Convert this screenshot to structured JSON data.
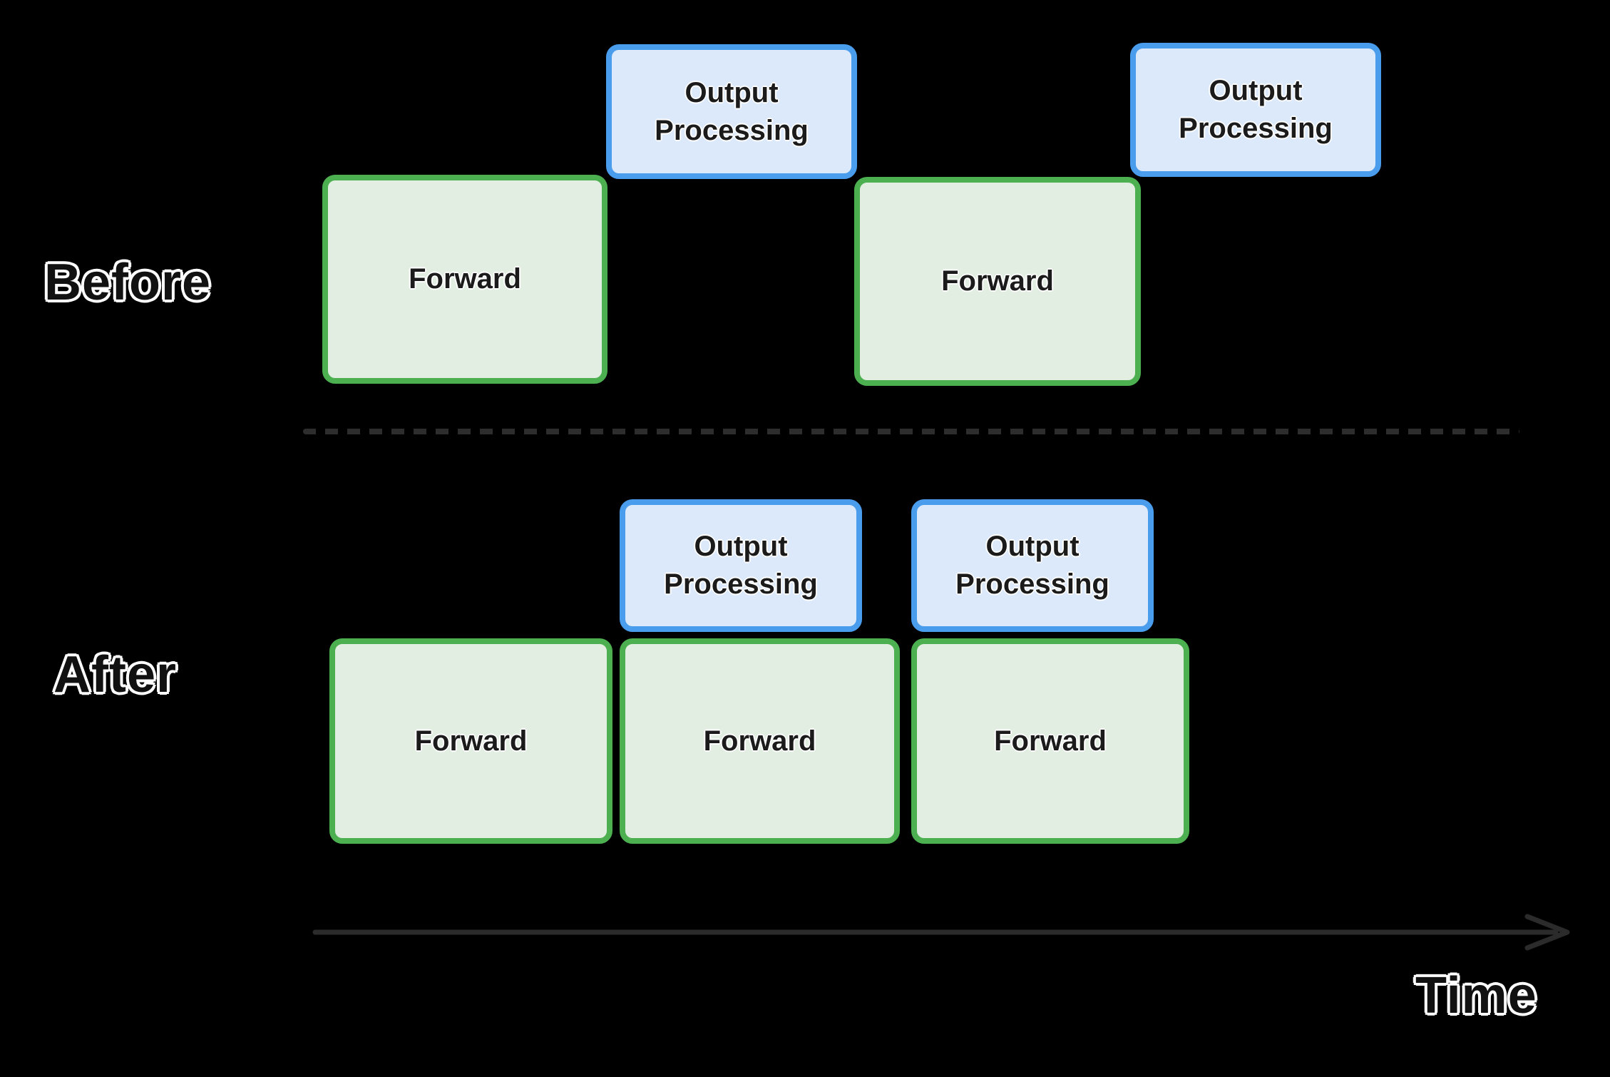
{
  "before": {
    "label": "Before",
    "forward_blocks": [
      {
        "label": "Forward"
      },
      {
        "label": "Forward"
      }
    ],
    "output_blocks": [
      {
        "label": "Output Processing"
      },
      {
        "label": "Output Processing"
      }
    ]
  },
  "after": {
    "label": "After",
    "forward_blocks": [
      {
        "label": "Forward"
      },
      {
        "label": "Forward"
      },
      {
        "label": "Forward"
      }
    ],
    "output_blocks": [
      {
        "label": "Output Processing"
      },
      {
        "label": "Output Processing"
      }
    ]
  },
  "time_axis": {
    "label": "Time"
  },
  "colors": {
    "background": "#000000",
    "forward_fill": "#e2eee2",
    "forward_border": "#4caf50",
    "output_fill": "#dbe9fb",
    "output_border": "#4a9ded",
    "divider_dash": "#2d2d2d",
    "axis_arrow": "#2b2b2b",
    "label_fill": "#111111",
    "label_outline": "#ffffff",
    "block_text": "#1b1b1b"
  }
}
